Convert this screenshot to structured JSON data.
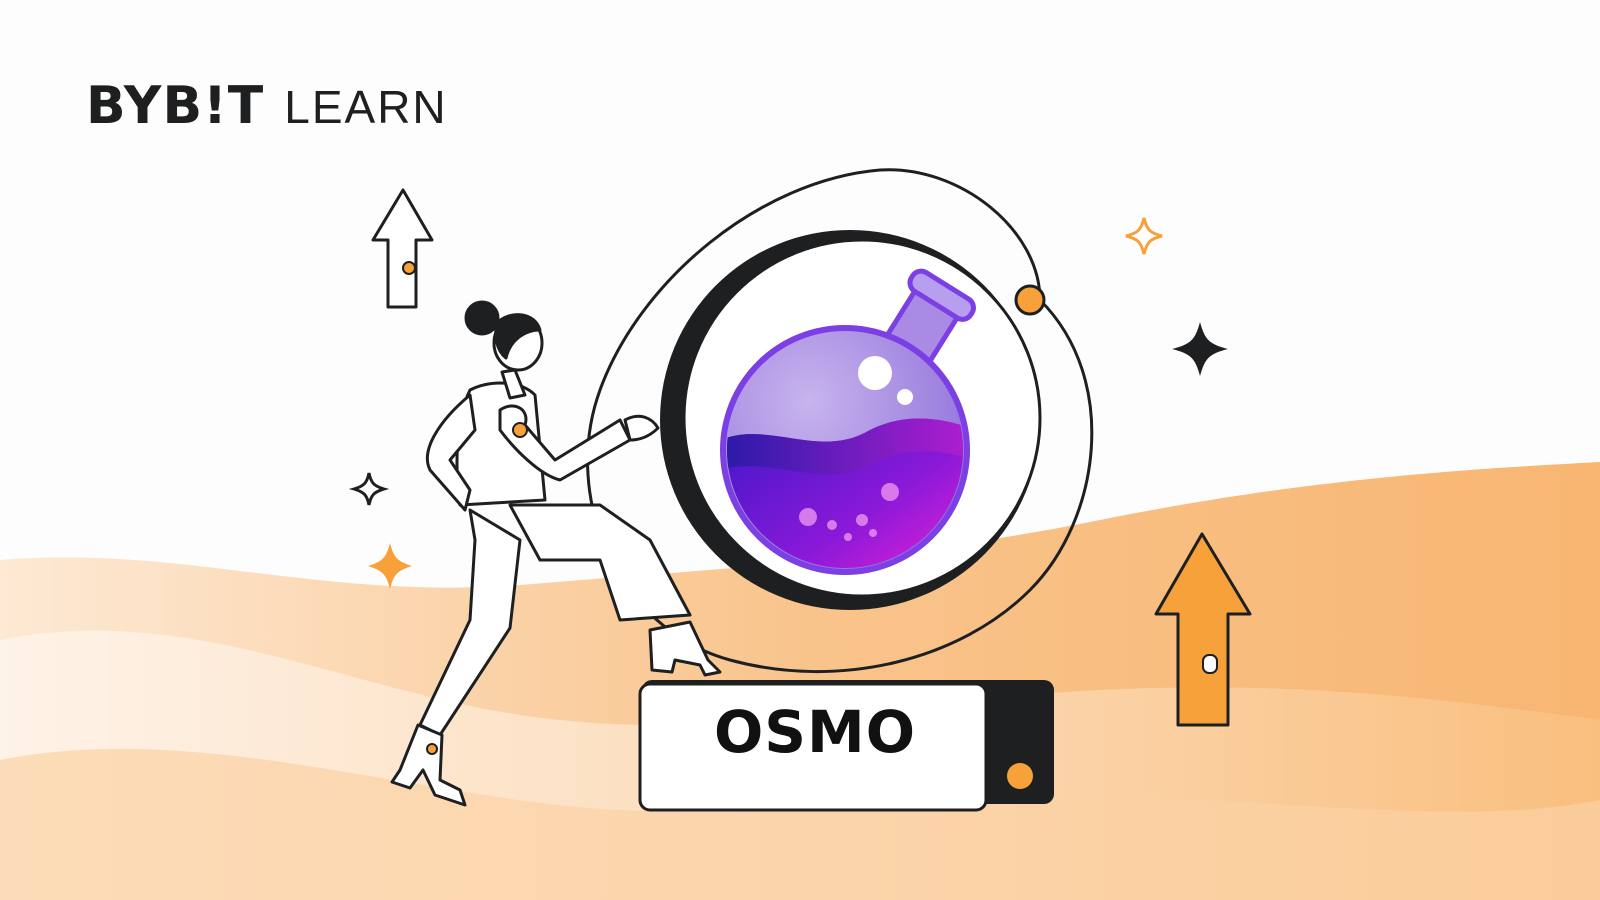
{
  "brand": {
    "name": "BYB!T",
    "section": "LEARN",
    "accent_color": "#f7a600"
  },
  "token_badge": {
    "label": "OSMO"
  },
  "illustration": {
    "icons": [
      "up-arrow-outline-icon",
      "up-arrow-orange-icon",
      "sparkle-icon",
      "potion-flask-icon",
      "person-pushing-icon"
    ],
    "colors": {
      "wave_light": "#fde6cc",
      "wave_mid": "#f9c48e",
      "orange": "#f7a13a",
      "purple": "#7b3fe4",
      "magenta": "#d21bd8",
      "ink": "#1e1f21"
    }
  }
}
